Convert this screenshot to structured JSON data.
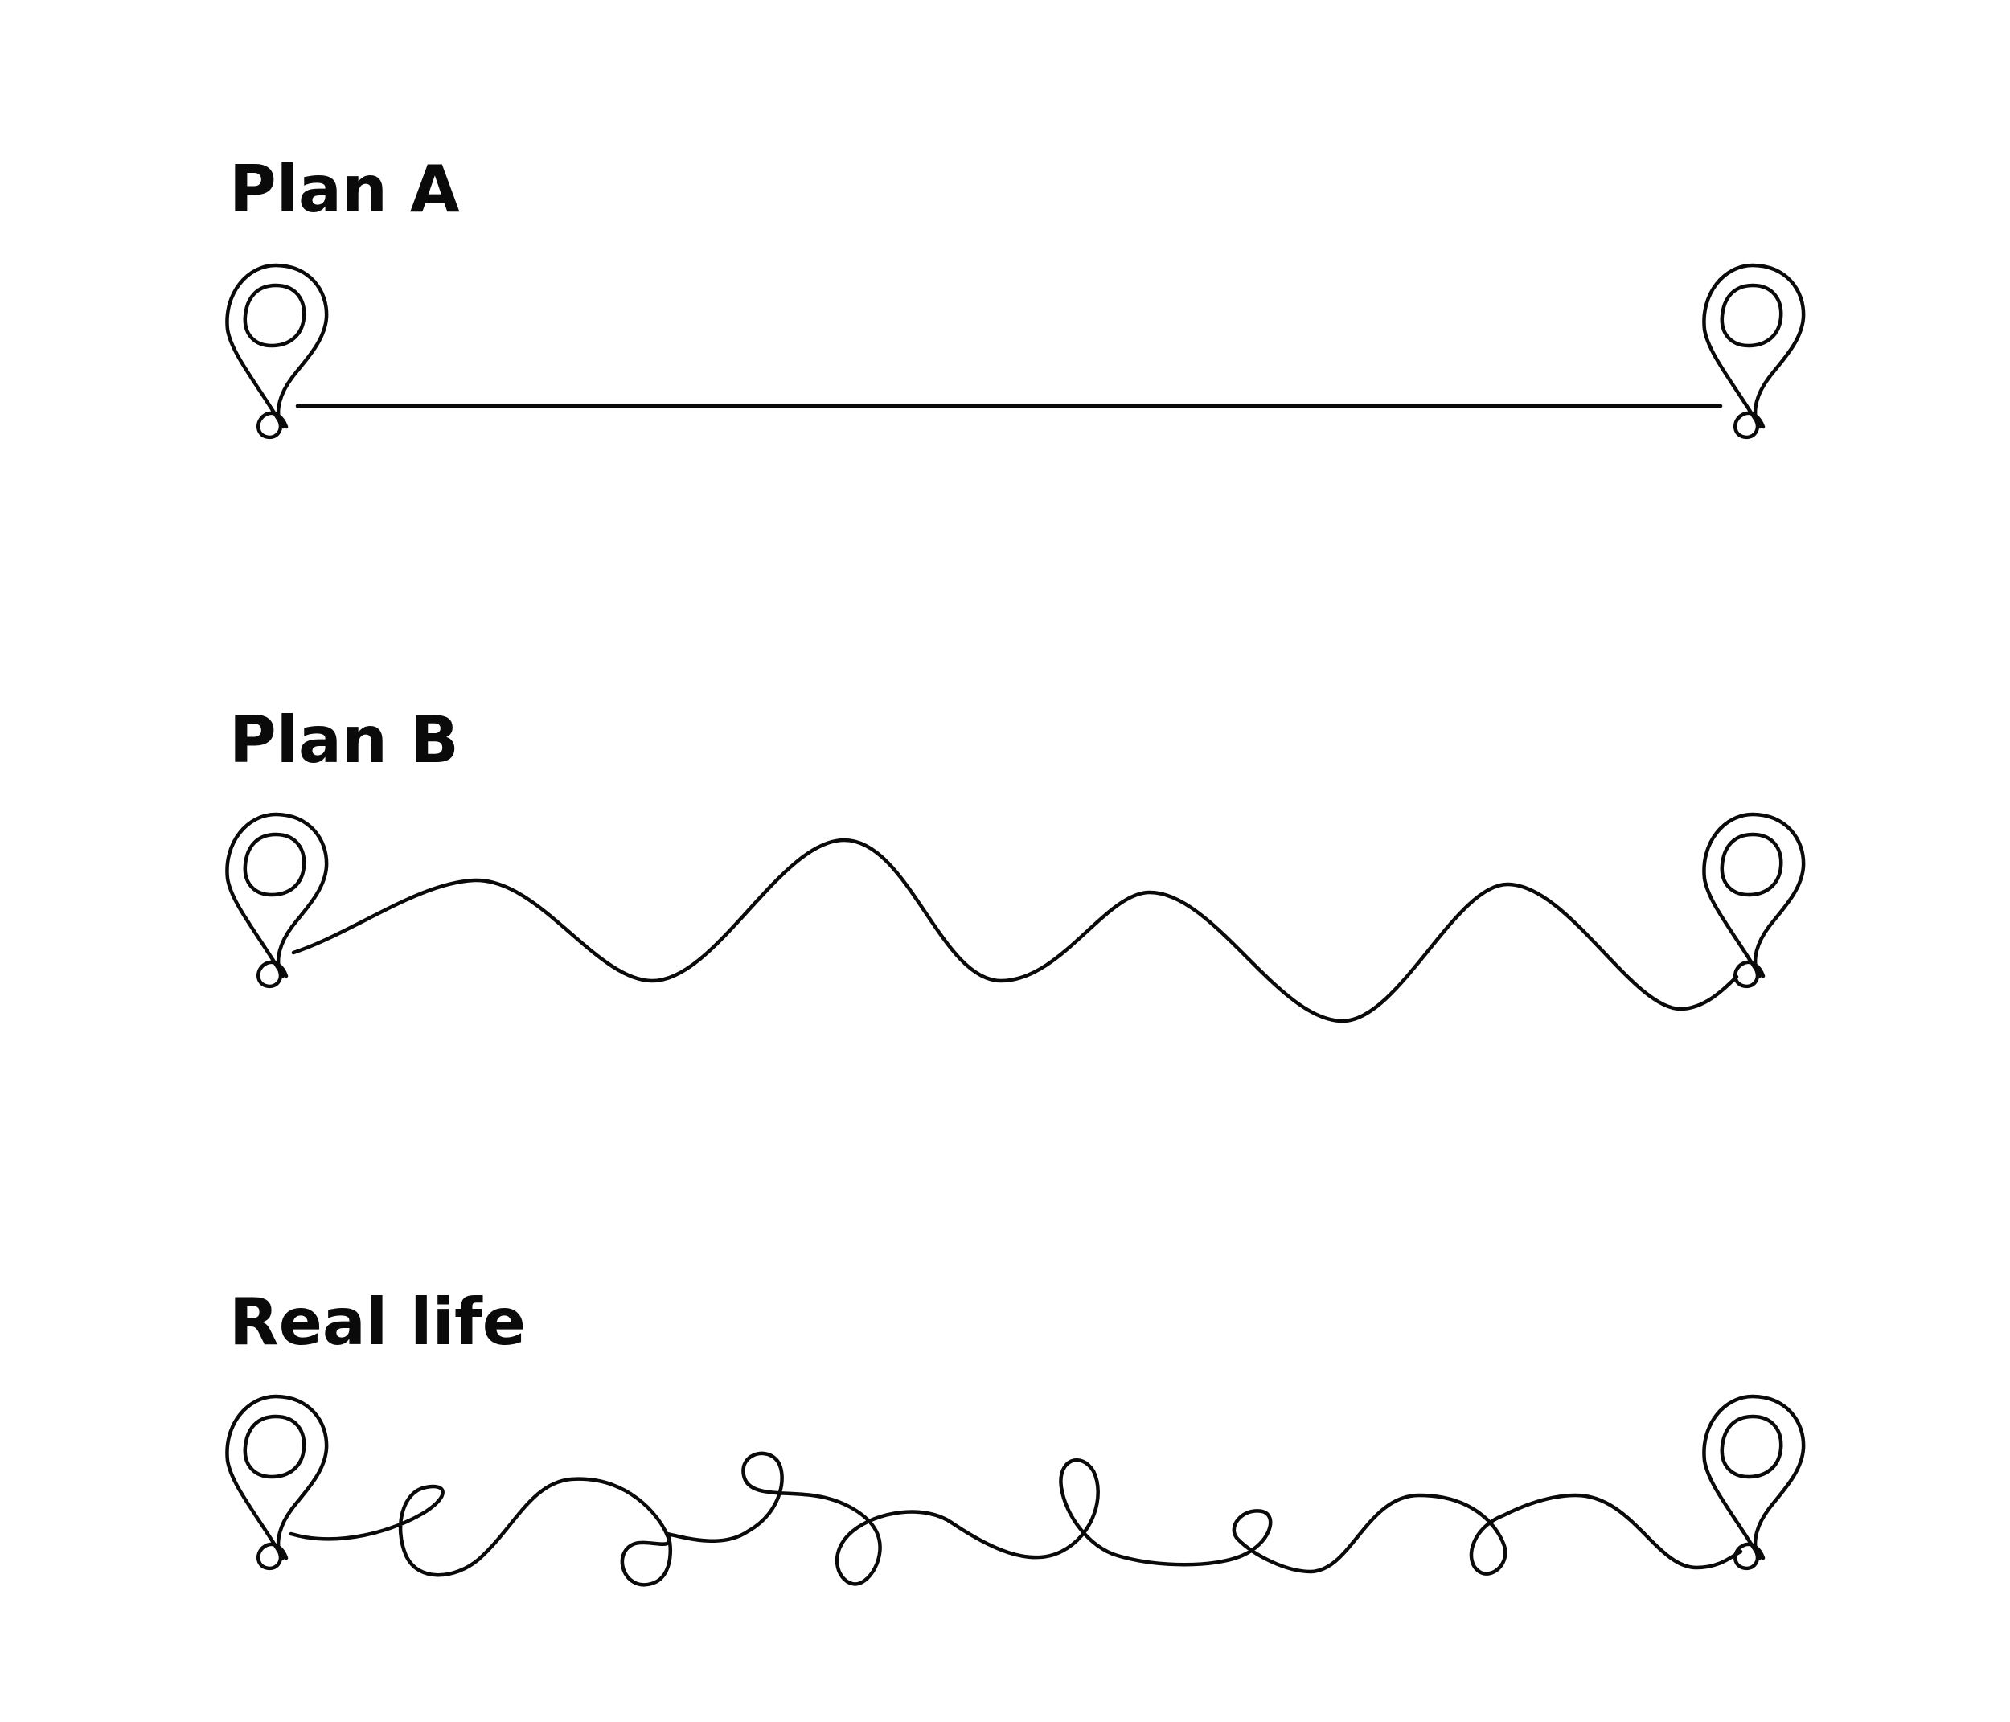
{
  "sections": [
    {
      "label": "Plan A",
      "route": "straight"
    },
    {
      "label": "Plan B",
      "route": "wavy"
    },
    {
      "label": "Real life",
      "route": "loopy"
    }
  ],
  "icons": {
    "start": "map-pin-icon",
    "end": "map-pin-icon"
  },
  "colors": {
    "line": "#0a0a0a",
    "background": "#ffffff"
  }
}
